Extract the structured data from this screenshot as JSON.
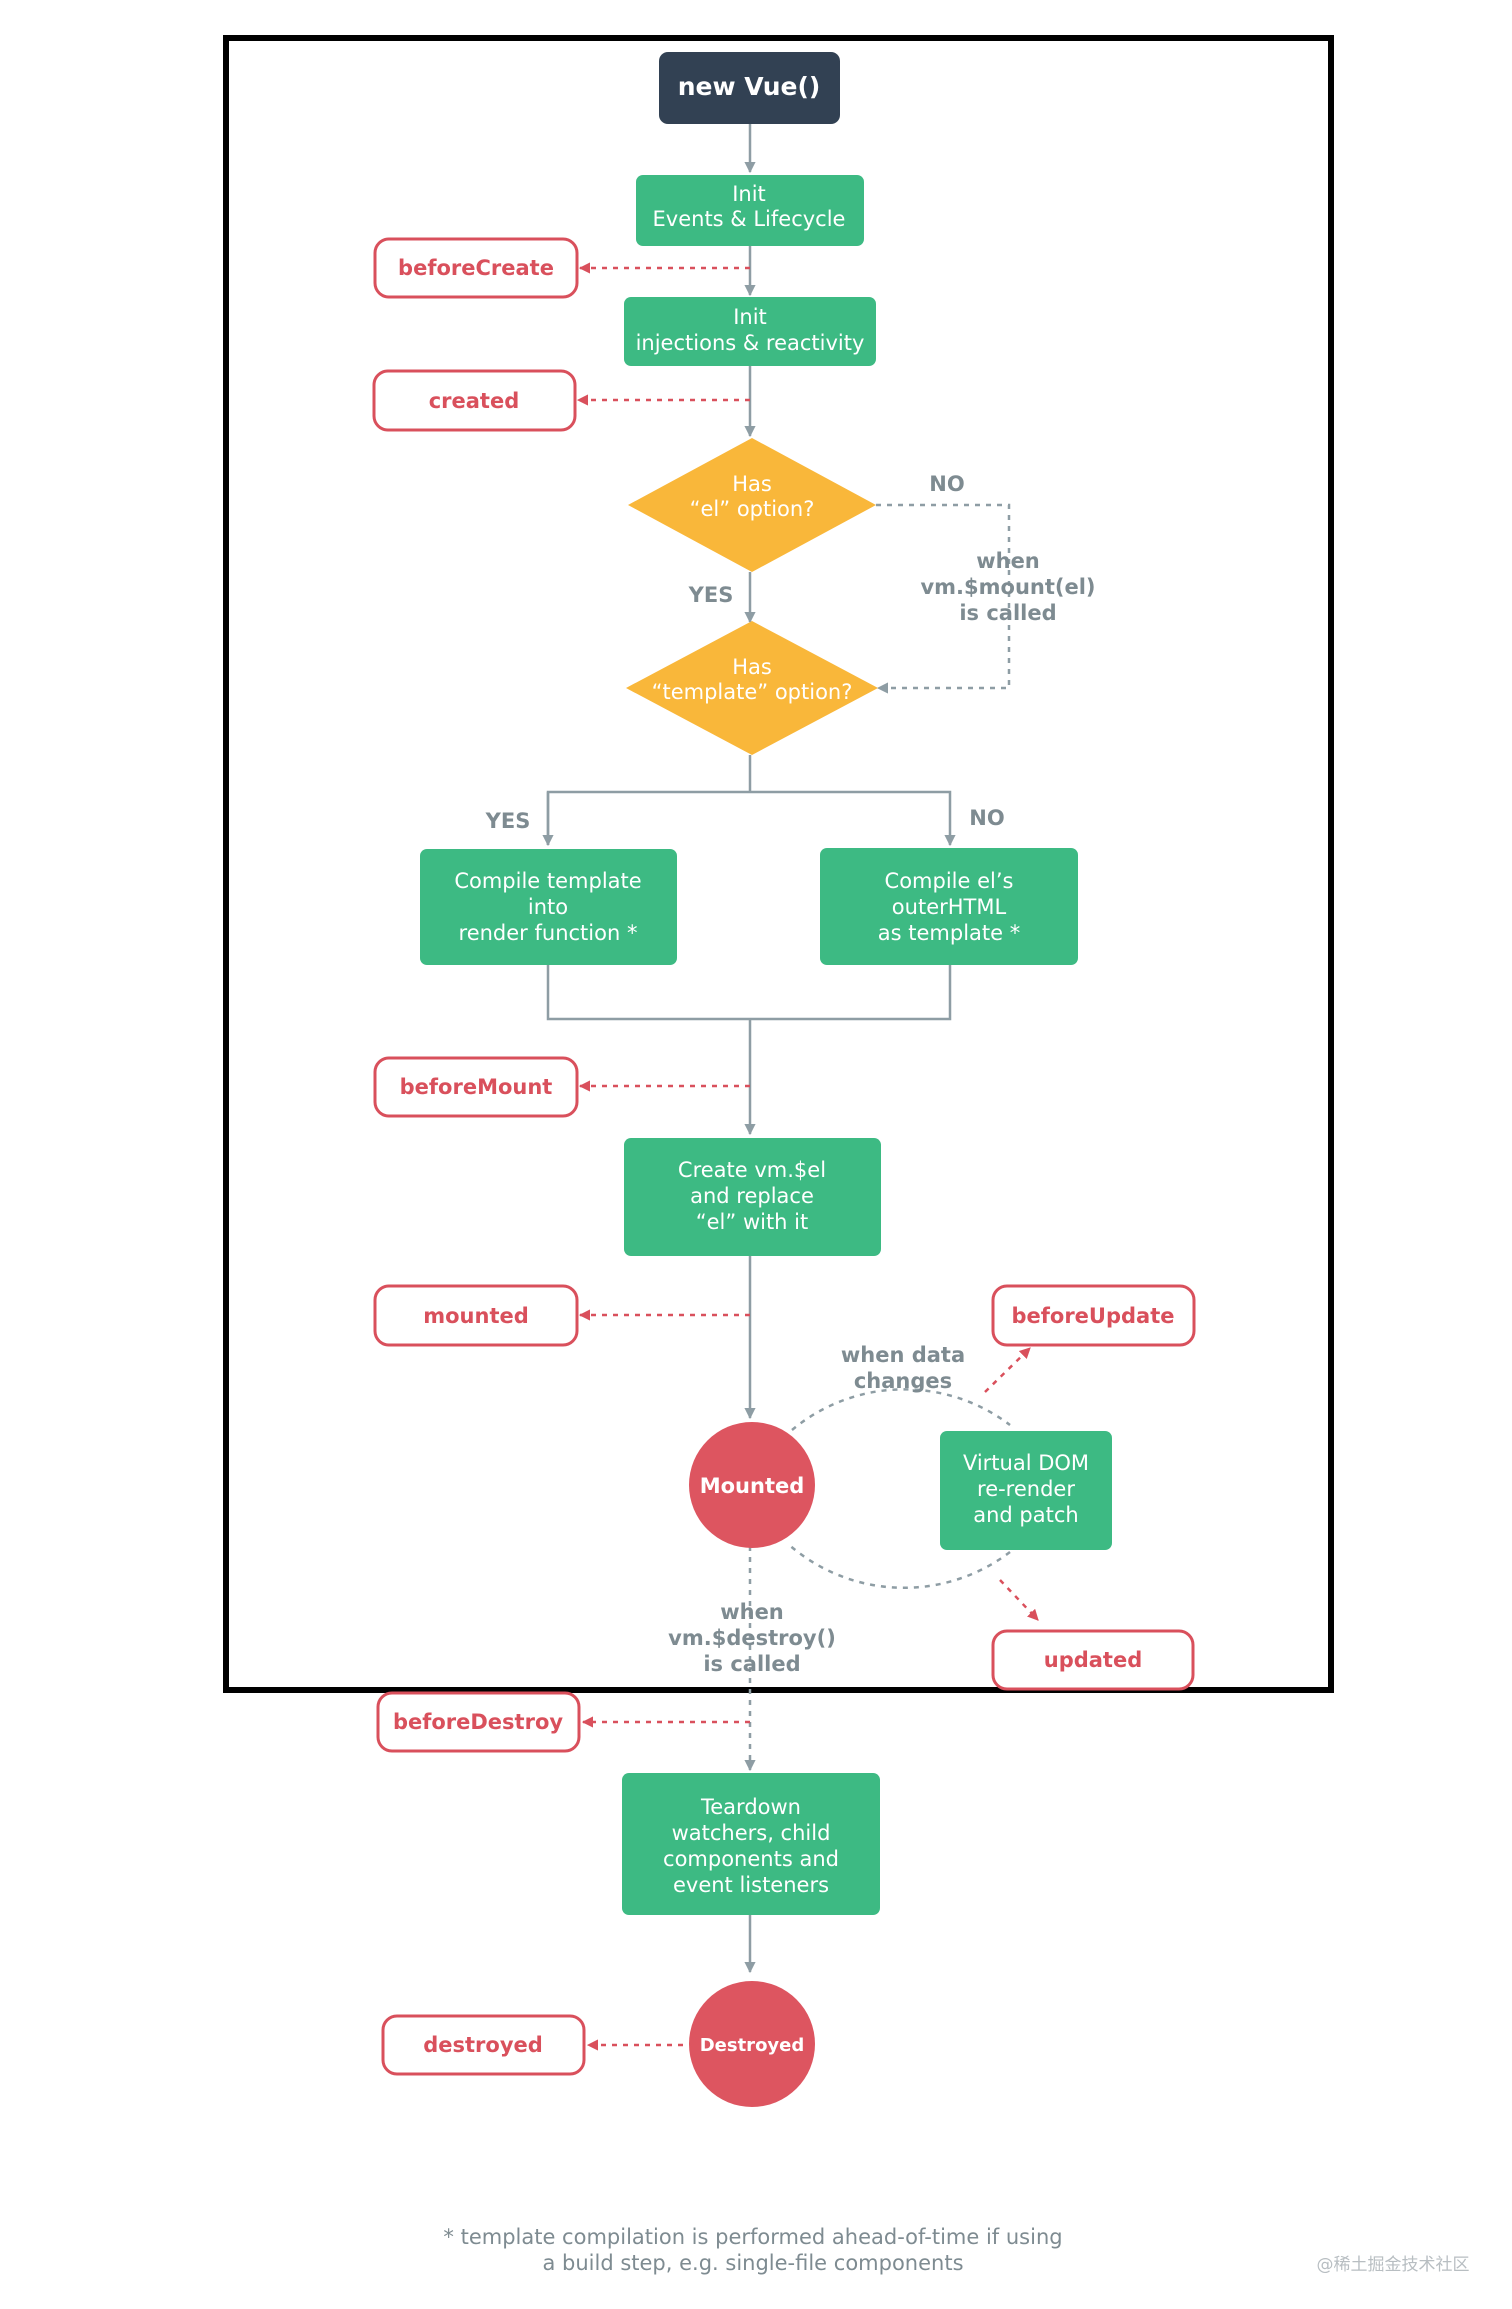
{
  "nodes": {
    "new_vue": "new Vue()",
    "init_events": [
      "Init",
      "Events & Lifecycle"
    ],
    "init_injections": [
      "Init",
      "injections & reactivity"
    ],
    "has_el": [
      "Has",
      "“el” option?"
    ],
    "has_template": [
      "Has",
      "“template” option?"
    ],
    "compile_template": [
      "Compile template",
      "into",
      "render function *"
    ],
    "compile_el": [
      "Compile el’s",
      "outerHTML",
      "as template *"
    ],
    "create_el": [
      "Create vm.$el",
      "and replace",
      "“el” with it"
    ],
    "mounted_state": "Mounted",
    "virtual_dom": [
      "Virtual DOM",
      "re-render",
      "and patch"
    ],
    "teardown": [
      "Teardown",
      "watchers, child",
      "components and",
      "event listeners"
    ],
    "destroyed_state": "Destroyed"
  },
  "hooks": {
    "before_create": "beforeCreate",
    "created": "created",
    "before_mount": "beforeMount",
    "mounted": "mounted",
    "before_update": "beforeUpdate",
    "updated": "updated",
    "before_destroy": "beforeDestroy",
    "destroyed": "destroyed"
  },
  "labels": {
    "no_el": "NO",
    "yes_el": "YES",
    "mount_call": [
      "when",
      "vm.$mount(el)",
      "is called"
    ],
    "yes_template": "YES",
    "no_template": "NO",
    "data_changes": [
      "when data",
      "changes"
    ],
    "destroy_call": [
      "when",
      "vm.$destroy()",
      "is called"
    ]
  },
  "footnote": [
    "* template compilation is performed ahead-of-time if using",
    "a build step, e.g. single-file components"
  ],
  "watermark": "@稀土掘金技术社区",
  "colors": {
    "start": "#324153",
    "green": "#3dba83",
    "yellow": "#f9b73a",
    "red": "#d9505c",
    "grey": "#8e9da4",
    "frame": "#000000"
  }
}
